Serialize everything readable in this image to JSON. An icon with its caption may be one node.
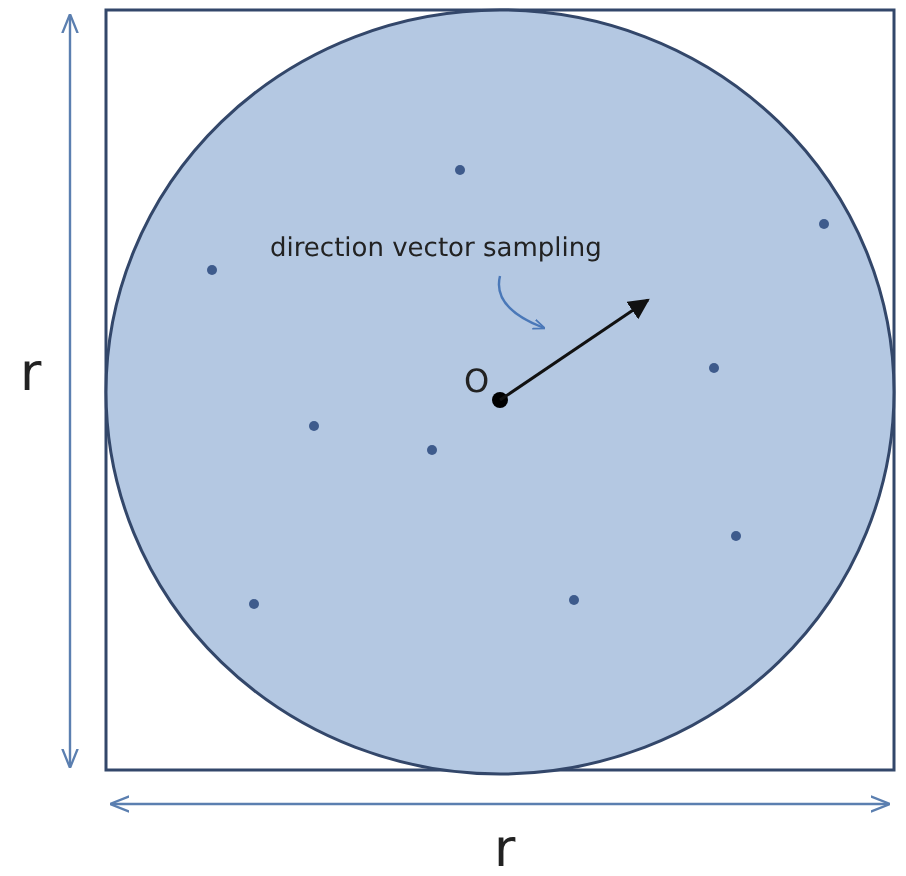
{
  "diagram": {
    "nodes": [
      {
        "text": [
          "direction vector sampling"
        ]
      },
      {
        "text": [],
        "shape": "arrow"
      }
    ],
    "edges": [
      {
        "from": 0,
        "to": 1,
        "arrow": "to"
      }
    ],
    "labels": [
      "O",
      "r",
      "r"
    ]
  }
}
